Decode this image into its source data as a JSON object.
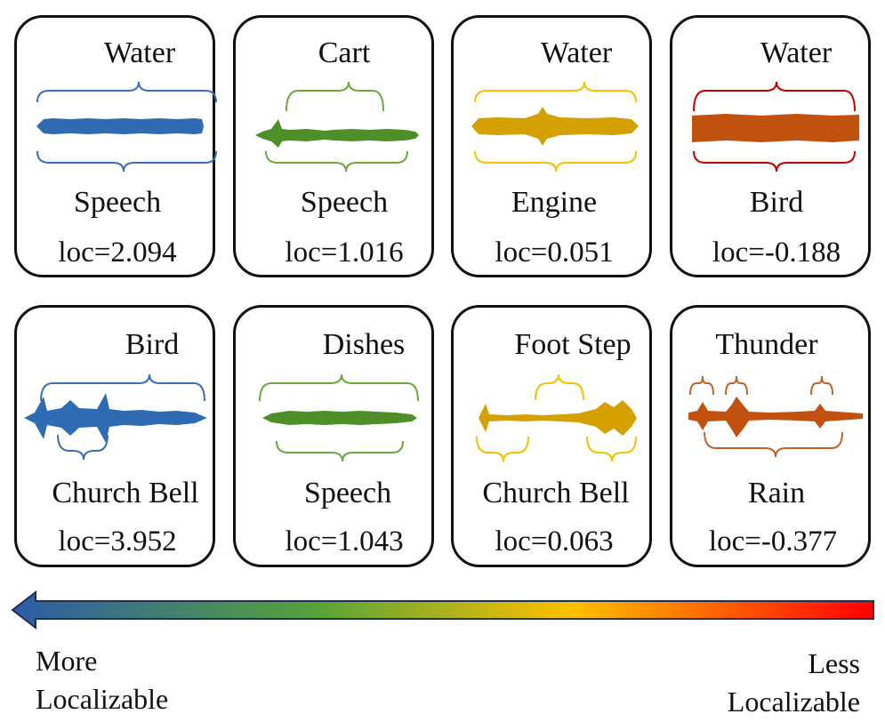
{
  "cards": [
    {
      "top": "Water",
      "bottom": "Speech",
      "loc": "loc=2.094",
      "color": "#2e6bb3"
    },
    {
      "top": "Cart",
      "bottom": "Speech",
      "loc": "loc=1.016",
      "color": "#4f8f2a"
    },
    {
      "top": "Water",
      "bottom": "Engine",
      "loc": "loc=0.051",
      "color": "#d4a100"
    },
    {
      "top": "Water",
      "bottom": "Bird",
      "loc": "loc=-0.188",
      "color": "#c1510e"
    },
    {
      "top": "Bird",
      "bottom": "Church Bell",
      "loc": "loc=3.952",
      "color": "#2e6bb3"
    },
    {
      "top": "Dishes",
      "bottom": "Speech",
      "loc": "loc=1.043",
      "color": "#4f8f2a"
    },
    {
      "top": "Foot Step",
      "bottom": "Church Bell",
      "loc": "loc=0.063",
      "color": "#d4a100"
    },
    {
      "top": "Thunder",
      "bottom": "Rain",
      "loc": "loc=-0.377",
      "color": "#c1510e"
    }
  ],
  "scale": {
    "left_label": "More\nLocalizable",
    "right_label": "Less\nLocalizable",
    "gradient_stops": [
      "#2a5ca8",
      "#55a33a",
      "#ffc000",
      "#ff0000"
    ]
  },
  "brace_colors": {
    "blue": "#3a6fb5",
    "green": "#6aaa3c",
    "yellow": "#f2c200",
    "red": "#c00000",
    "orange": "#c0622a"
  }
}
